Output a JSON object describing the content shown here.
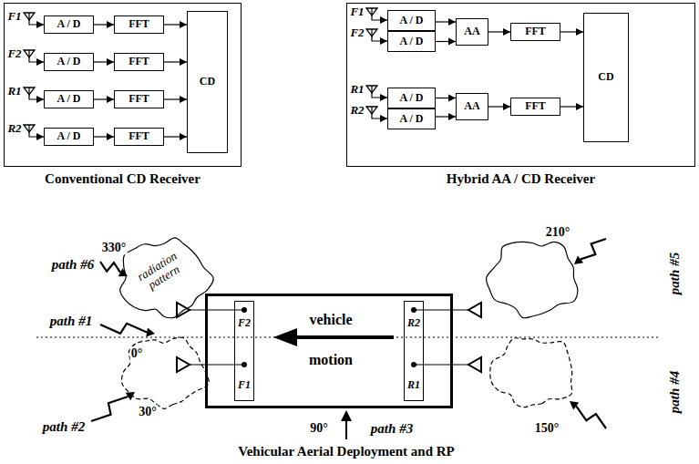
{
  "diagram": {
    "caption": "Vehicular Aerial Deployment and RP",
    "nodes": [
      {
        "text": [
          "Conventional CD Receiver"
        ]
      },
      {
        "text": [
          "A / D"
        ],
        "in": 0
      },
      {
        "text": [
          "A / D"
        ],
        "in": 0
      },
      {
        "text": [
          "A / D"
        ],
        "in": 0
      },
      {
        "text": [
          "A / D"
        ],
        "in": 0
      },
      {
        "text": [
          "FFT"
        ],
        "in": 0
      },
      {
        "text": [
          "FFT"
        ],
        "in": 0
      },
      {
        "text": [
          "FFT"
        ],
        "in": 0
      },
      {
        "text": [
          "FFT"
        ],
        "in": 0
      },
      {
        "text": [
          "CD"
        ],
        "in": 0
      },
      {
        "text": [
          "Hybrid AA / CD Receiver"
        ]
      },
      {
        "text": [
          "A / D"
        ],
        "in": 10
      },
      {
        "text": [
          "A / D"
        ],
        "in": 10
      },
      {
        "text": [
          "A / D"
        ],
        "in": 10
      },
      {
        "text": [
          "A / D"
        ],
        "in": 10
      },
      {
        "text": [
          "AA"
        ],
        "in": 10
      },
      {
        "text": [
          "AA"
        ],
        "in": 10
      },
      {
        "text": [
          "FFT"
        ],
        "in": 10
      },
      {
        "text": [
          "FFT"
        ],
        "in": 10
      },
      {
        "text": [
          "CD"
        ],
        "in": 10
      },
      {
        "text": [
          "vehicle",
          "motion"
        ]
      },
      {
        "text": [
          "F2",
          "F1"
        ],
        "in": 20
      },
      {
        "text": [
          "R2",
          "R1"
        ],
        "in": 20
      }
    ],
    "edges": [
      {
        "from": 1,
        "to": 5,
        "arrow": "to"
      },
      {
        "from": 2,
        "to": 6,
        "arrow": "to"
      },
      {
        "from": 3,
        "to": 7,
        "arrow": "to"
      },
      {
        "from": 4,
        "to": 8,
        "arrow": "to"
      },
      {
        "from": 5,
        "to": 9,
        "arrow": "to"
      },
      {
        "from": 6,
        "to": 9,
        "arrow": "to"
      },
      {
        "from": 7,
        "to": 9,
        "arrow": "to"
      },
      {
        "from": 8,
        "to": 9,
        "arrow": "to"
      },
      {
        "from": 11,
        "to": 15,
        "arrow": "to"
      },
      {
        "from": 12,
        "to": 15,
        "arrow": "to"
      },
      {
        "from": 13,
        "to": 16,
        "arrow": "to"
      },
      {
        "from": 14,
        "to": 16,
        "arrow": "to"
      },
      {
        "from": 15,
        "to": 17,
        "arrow": "to"
      },
      {
        "from": 16,
        "to": 18,
        "arrow": "to"
      },
      {
        "from": 17,
        "to": 19,
        "arrow": "to"
      },
      {
        "from": 18,
        "to": 19,
        "arrow": "to"
      }
    ],
    "labels": [
      "F1",
      "F2",
      "R1",
      "R2",
      "F1",
      "F2",
      "R1",
      "R2",
      "path #6",
      "330°",
      "path #1",
      "0°",
      "path #2",
      "30°",
      "path #3",
      "90°",
      "path #4",
      "150°",
      "path #5",
      "210°",
      "radiation pattern"
    ]
  }
}
